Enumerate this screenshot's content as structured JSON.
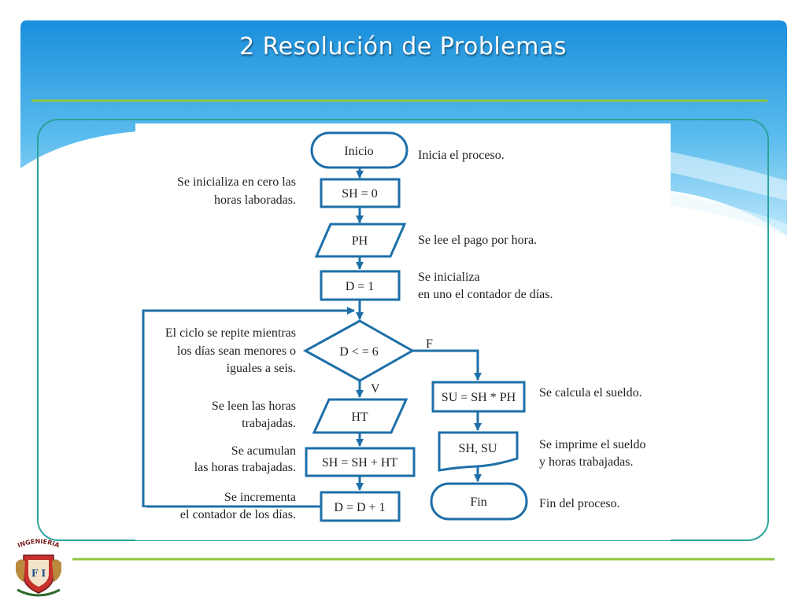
{
  "slide": {
    "title": "2 Resolución de Problemas",
    "colors": {
      "banner_top": "#1a8fdc",
      "banner_light": "#bfe8fa",
      "rule": "#8cc63f",
      "frame": "#2aa39a",
      "flow": "#1e6fa8"
    }
  },
  "flowchart": {
    "nodes": {
      "start": "Inicio",
      "init_sh": "SH = 0",
      "read_ph": "PH",
      "init_d": "D = 1",
      "decision": "D < = 6",
      "read_ht": "HT",
      "accumulate": "SH = SH + HT",
      "increment": "D = D + 1",
      "calc_su": "SU = SH * PH",
      "print": "SH, SU",
      "end": "Fin"
    },
    "edge_labels": {
      "true": "V",
      "false": "F"
    },
    "annotations": {
      "start": [
        "Inicia el proceso."
      ],
      "init_sh": [
        "Se inicializa en cero las",
        "horas laboradas."
      ],
      "read_ph": [
        "Se lee el pago por hora."
      ],
      "init_d": [
        "Se inicializa",
        "en uno el contador de días."
      ],
      "loop": [
        "El ciclo se repite mientras",
        "los días sean menores o",
        "iguales a seis."
      ],
      "read_ht": [
        "Se leen las horas",
        "trabajadas."
      ],
      "accumulate": [
        "Se acumulan",
        "las horas trabajadas."
      ],
      "increment": [
        "Se incrementa",
        "el contador de los días."
      ],
      "calc_su": [
        "Se calcula el sueldo."
      ],
      "print": [
        "Se imprime el sueldo",
        "y horas trabajadas."
      ],
      "end": [
        "Fin del proceso."
      ]
    }
  },
  "logo": {
    "text": "INGENIERIA",
    "emblem_letters": "F I"
  }
}
